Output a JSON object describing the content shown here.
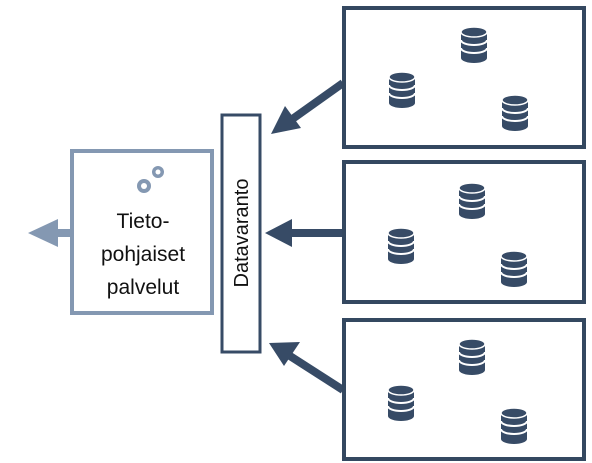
{
  "service_box": {
    "lines": [
      "Tieto-",
      "pohjaiset",
      "palvelut"
    ],
    "icon": "gears-icon"
  },
  "data_repository": {
    "label": "Datavaranto"
  },
  "source_panels": [
    {
      "icons": [
        "database-icon",
        "database-icon",
        "database-icon"
      ]
    },
    {
      "icons": [
        "database-icon",
        "database-icon",
        "database-icon"
      ]
    },
    {
      "icons": [
        "database-icon",
        "database-icon",
        "database-icon"
      ]
    }
  ],
  "colors": {
    "dark": "#374b66",
    "light": "#8498b2",
    "box_border_light": "#8498b2",
    "box_border_dark": "#344860"
  }
}
